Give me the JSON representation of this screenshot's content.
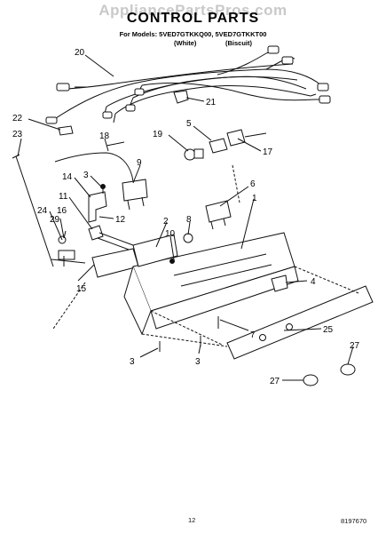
{
  "watermark": "AppliancePartsPros.com",
  "header": {
    "title": "CONTROL PARTS",
    "models": "For Models: 5VED7GTKKQ00, 5VED7GTKKT00",
    "variant_white": "(White)",
    "variant_biscuit": "(Biscuit)"
  },
  "callouts": {
    "c1": "1",
    "c2": "2",
    "c3a": "3",
    "c3b": "3",
    "c3c": "3",
    "c4": "4",
    "c5": "5",
    "c6": "6",
    "c7": "7",
    "c8": "8",
    "c9": "9",
    "c10": "10",
    "c11": "11",
    "c12": "12",
    "c14": "14",
    "c15": "15",
    "c16": "16",
    "c17": "17",
    "c18": "18",
    "c19": "19",
    "c20": "20",
    "c21": "21",
    "c22": "22",
    "c23": "23",
    "c24": "24",
    "c25": "25",
    "c27a": "27",
    "c27b": "27",
    "c29": "29"
  },
  "footer": {
    "page_number": "12",
    "document_number": "8197670"
  }
}
